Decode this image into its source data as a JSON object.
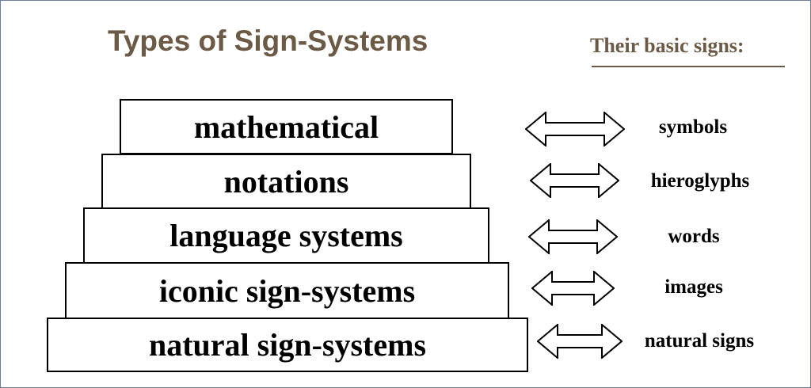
{
  "title": "Types of Sign-Systems",
  "subtitle": "Their basic signs:",
  "levels": [
    {
      "system": "mathematical",
      "sign": "symbols"
    },
    {
      "system": "notations",
      "sign": "hieroglyphs"
    },
    {
      "system": "language systems",
      "sign": "words"
    },
    {
      "system": "iconic sign-systems",
      "sign": "images"
    },
    {
      "system": "natural sign-systems",
      "sign": "natural signs"
    }
  ],
  "colors": {
    "title": "#6b5a45",
    "outline": "#000000"
  }
}
